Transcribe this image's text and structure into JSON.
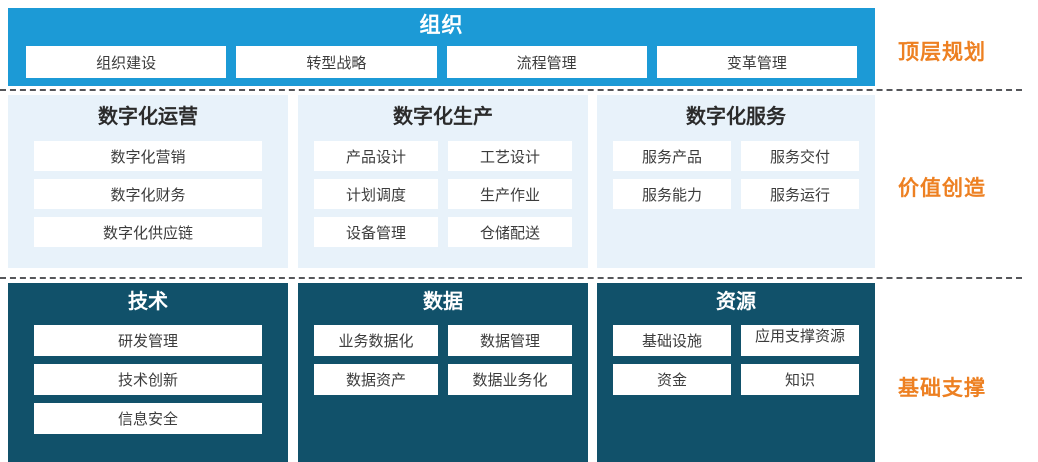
{
  "colors": {
    "top_band": "#1c9ad6",
    "middle_panel": "#e8f2fa",
    "bottom_panel": "#11516a",
    "stage_label": "#ed8022",
    "cell_bg": "#ffffff",
    "divider": "#55565a"
  },
  "top": {
    "title": "组织",
    "items": [
      "组织建设",
      "转型战略",
      "流程管理",
      "变革管理"
    ]
  },
  "middle": {
    "panels": [
      {
        "title": "数字化运营",
        "columns": 1,
        "items": [
          "数字化营销",
          "数字化财务",
          "数字化供应链"
        ]
      },
      {
        "title": "数字化生产",
        "columns": 2,
        "items": [
          "产品设计",
          "工艺设计",
          "计划调度",
          "生产作业",
          "设备管理",
          "仓储配送"
        ]
      },
      {
        "title": "数字化服务",
        "columns": 2,
        "items": [
          "服务产品",
          "服务交付",
          "服务能力",
          "服务运行"
        ]
      }
    ]
  },
  "bottom": {
    "panels": [
      {
        "title": "技术",
        "columns": 1,
        "items": [
          "研发管理",
          "技术创新",
          "信息安全"
        ]
      },
      {
        "title": "数据",
        "columns": 2,
        "items": [
          "业务数据化",
          "数据管理",
          "数据资产",
          "数据业务化"
        ]
      },
      {
        "title": "资源",
        "columns": 2,
        "items": [
          "基础设施",
          "应用支撑资源",
          "资金",
          "知识"
        ]
      }
    ]
  },
  "stage_labels": [
    "顶层规划",
    "价值创造",
    "基础支撑"
  ]
}
